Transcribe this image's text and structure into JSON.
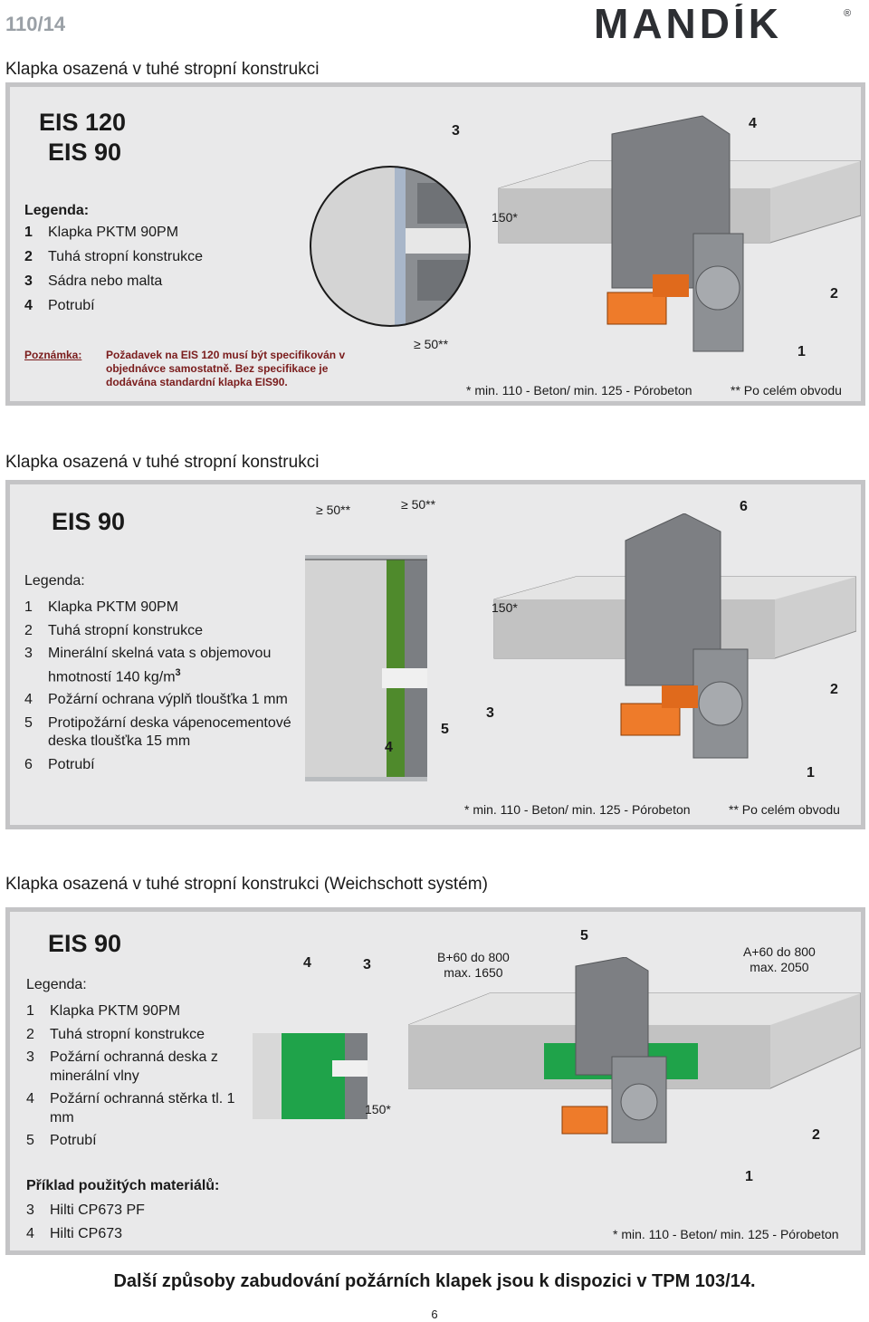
{
  "header": {
    "page_number": "110/14",
    "brand": "MANDÍK",
    "registered": "®"
  },
  "section1": {
    "title": "Klapka osazená v tuhé stropní konstrukci",
    "eis": [
      "EIS 120",
      "EIS 90"
    ],
    "legend_title": "Legenda:",
    "legend": [
      {
        "n": "1",
        "t": "Klapka PKTM 90PM"
      },
      {
        "n": "2",
        "t": "Tuhá stropní konstrukce"
      },
      {
        "n": "3",
        "t": "Sádra nebo malta"
      },
      {
        "n": "4",
        "t": "Potrubí"
      }
    ],
    "note_label": "Poznámka:",
    "note_text": "Požadavek na EIS 120 musí být specifikován v objednávce samostatně. Bez specifikace je dodávána standardní klapka EIS90.",
    "dims": {
      "gap": "≥ 50**",
      "thick": "150*"
    },
    "callouts": [
      "3",
      "4",
      "2",
      "1"
    ],
    "foot_left": "* min. 110 - Beton/ min. 125 - Pórobeton",
    "foot_right": "** Po celém obvodu"
  },
  "section2": {
    "title": "Klapka osazená v tuhé stropní konstrukci",
    "eis": "EIS 90",
    "legend_title": "Legenda:",
    "legend": [
      {
        "n": "1",
        "t": "Klapka PKTM 90PM"
      },
      {
        "n": "2",
        "t": "Tuhá stropní konstrukce"
      },
      {
        "n": "3",
        "t": "Minerální skelná vata s objemovou hmotností 140 kg/m",
        "sup": "3"
      },
      {
        "n": "4",
        "t": "Požární ochrana výplň tloušťka 1 mm"
      },
      {
        "n": "5",
        "t": "Protipožární deska vápenocementové deska tloušťka 15 mm"
      },
      {
        "n": "6",
        "t": "Potrubí"
      }
    ],
    "dims": {
      "gap1": "≥ 50**",
      "gap2": "≥ 50**",
      "thick": "150*"
    },
    "callouts": [
      "6",
      "4",
      "5",
      "3",
      "2",
      "1"
    ],
    "foot_left": "* min. 110 - Beton/ min. 125 - Pórobeton",
    "foot_right": "** Po celém obvodu"
  },
  "section3": {
    "title": "Klapka osazená v tuhé stropní konstrukci (Weichschott systém)",
    "eis": "EIS 90",
    "legend_title": "Legenda:",
    "legend": [
      {
        "n": "1",
        "t": "Klapka PKTM 90PM"
      },
      {
        "n": "2",
        "t": "Tuhá stropní konstrukce"
      },
      {
        "n": "3",
        "t": "Požární ochranná deska z minerální vlny"
      },
      {
        "n": "4",
        "t": "Požární ochranná stěrka tl. 1 mm"
      },
      {
        "n": "5",
        "t": "Potrubí"
      }
    ],
    "materials_title": "Příklad použitých materiálů:",
    "materials": [
      {
        "n": "3",
        "t": "Hilti CP673 PF"
      },
      {
        "n": "4",
        "t": "Hilti CP673"
      }
    ],
    "dims": {
      "b": "B+60 do 800",
      "b_max": "max. 1650",
      "a": "A+60 do 800",
      "a_max": "max. 2050",
      "thick": "150*"
    },
    "callouts": [
      "4",
      "3",
      "5",
      "2",
      "1"
    ],
    "foot_left": "* min. 110 - Beton/ min. 125 - Pórobeton"
  },
  "bottom_note": "Další způsoby zabudování požárních klapek jsou k dispozici v TPM 103/14.",
  "footer_page": "6",
  "colors": {
    "panel": "#e9e9ea",
    "panel_border": "#c4c4c6",
    "concrete": "#d2d2d2",
    "duct": "#7d7f83",
    "actuator": "#ee7b2a",
    "mineral_wool": "#4f8a2c",
    "fire_board": "#1fa34a",
    "brand": "#2d2f33"
  }
}
